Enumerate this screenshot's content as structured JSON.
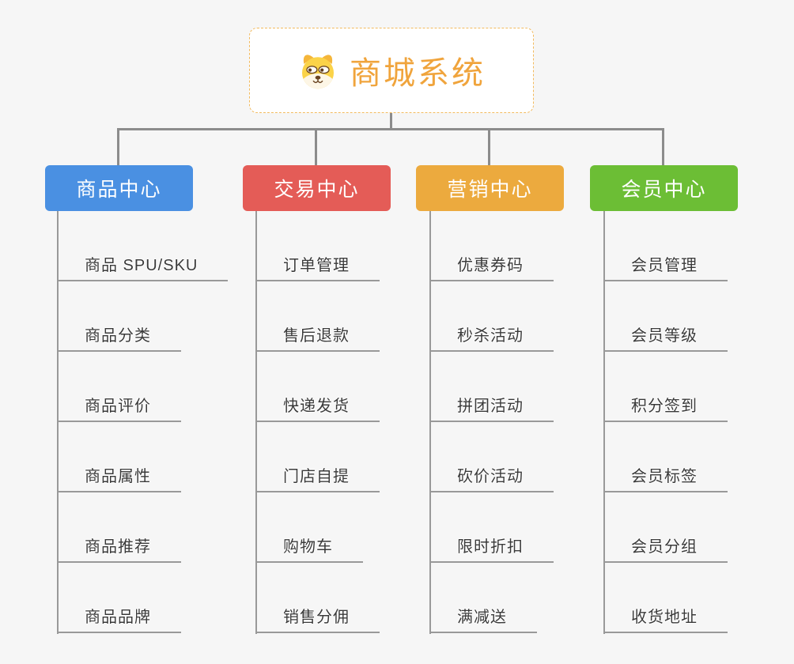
{
  "root": {
    "label": "商城系统",
    "icon": "dog-face-icon",
    "text_color": "#f0a43c",
    "border_color": "#f2ba5e"
  },
  "branches": [
    {
      "label": "商品中心",
      "color": "#4a90e2",
      "children": [
        "商品 SPU/SKU",
        "商品分类",
        "商品评价",
        "商品属性",
        "商品推荐",
        "商品品牌"
      ]
    },
    {
      "label": "交易中心",
      "color": "#e45c57",
      "children": [
        "订单管理",
        "售后退款",
        "快递发货",
        "门店自提",
        "购物车",
        "销售分佣"
      ]
    },
    {
      "label": "营销中心",
      "color": "#ecaa3e",
      "children": [
        "优惠券码",
        "秒杀活动",
        "拼团活动",
        "砍价活动",
        "限时折扣",
        "满减送"
      ]
    },
    {
      "label": "会员中心",
      "color": "#6cbe35",
      "children": [
        "会员管理",
        "会员等级",
        "积分签到",
        "会员标签",
        "会员分组",
        "收货地址"
      ]
    }
  ],
  "palette": {
    "background": "#f6f6f6",
    "connector_line": "#8c8c8c",
    "child_underline": "#999999",
    "child_text": "#3a3a3a"
  }
}
